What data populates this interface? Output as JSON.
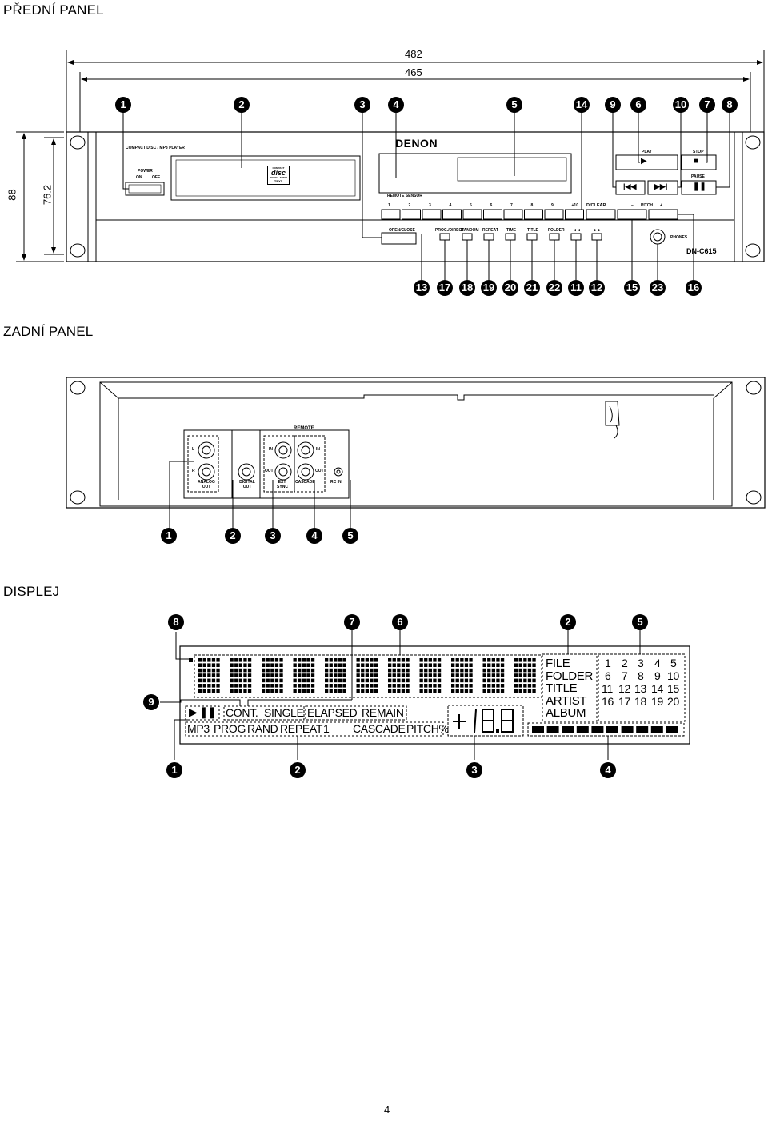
{
  "front": {
    "heading": "PŘEDNÍ PANEL",
    "dims": {
      "w1": "482",
      "w2": "465",
      "h1": "88",
      "h2": "76.2"
    },
    "top_callouts": [
      "1",
      "2",
      "3",
      "4",
      "5",
      "14",
      "9",
      "6",
      "10",
      "7",
      "8"
    ],
    "bottom_callouts": [
      "13",
      "17",
      "18",
      "19",
      "20",
      "21",
      "22",
      "11",
      "12",
      "15",
      "23",
      "16"
    ],
    "labels": {
      "product": "COMPACT DISC / MP3 PLAYER",
      "power": "POWER",
      "on": "ON",
      "off": "OFF",
      "brand": "DENON",
      "remote_sensor": "REMOTE SENSOR",
      "play": "PLAY",
      "stop": "STOP",
      "pause": "PAUSE",
      "dclear": "D/CLEAR",
      "pitch": "PITCH",
      "minus": "−",
      "plus": "+",
      "phones": "PHONES",
      "model": "DN-C615",
      "open_close": "OPEN/CLOSE",
      "cd_logo": "disc",
      "cd_logo_top": "COMPACT",
      "cd_logo_mid": "DIGITAL AUDIO",
      "cd_logo_bot": "TEXT"
    },
    "number_keys": [
      "1",
      "2",
      "3",
      "4",
      "5",
      "6",
      "7",
      "8",
      "9",
      "+10"
    ],
    "function_keys": [
      "PROG./DIRECT",
      "RANDOM",
      "REPEAT",
      "TIME",
      "TITLE",
      "FOLDER",
      "◄◄",
      "►►"
    ]
  },
  "rear": {
    "heading": "ZADNÍ PANEL",
    "callouts": [
      "1",
      "2",
      "3",
      "4",
      "5"
    ],
    "labels": {
      "remote": "REMOTE",
      "l": "L",
      "r": "R",
      "analog_out": "ANALOG OUT",
      "digital_out": "DIGITAL OUT",
      "in": "IN",
      "out": "OUT",
      "ext_sync": "EXT. SYNC",
      "cascade": "CASCADE",
      "rc_in": "RC IN"
    }
  },
  "display": {
    "heading": "DISPLEJ",
    "top_callouts": [
      "8",
      "7",
      "6",
      "2",
      "5"
    ],
    "side_callout": "9",
    "bottom_callouts": [
      "1",
      "2",
      "3",
      "4"
    ],
    "row1": {
      "cont": "CONT.",
      "single": "SINGLE",
      "elapsed": "ELAPSED",
      "remain": "REMAIN"
    },
    "row2": {
      "mp3": "MP3",
      "prog": "PROG",
      "rand": "RAND",
      "repeat": "REPEAT",
      "one": "1",
      "cascade": "CASCADE",
      "pitch": "PITCH%"
    },
    "seg_digits": "+18.8",
    "indicators": [
      "FILE",
      "FOLDER",
      "TITLE",
      "ARTIST",
      "ALBUM"
    ],
    "track_numbers": [
      [
        "1",
        "2",
        "3",
        "4",
        "5"
      ],
      [
        "6",
        "7",
        "8",
        "9",
        "10"
      ],
      [
        "11",
        "12",
        "13",
        "14",
        "15"
      ],
      [
        "16",
        "17",
        "18",
        "19",
        "20"
      ]
    ]
  },
  "page_number": "4"
}
